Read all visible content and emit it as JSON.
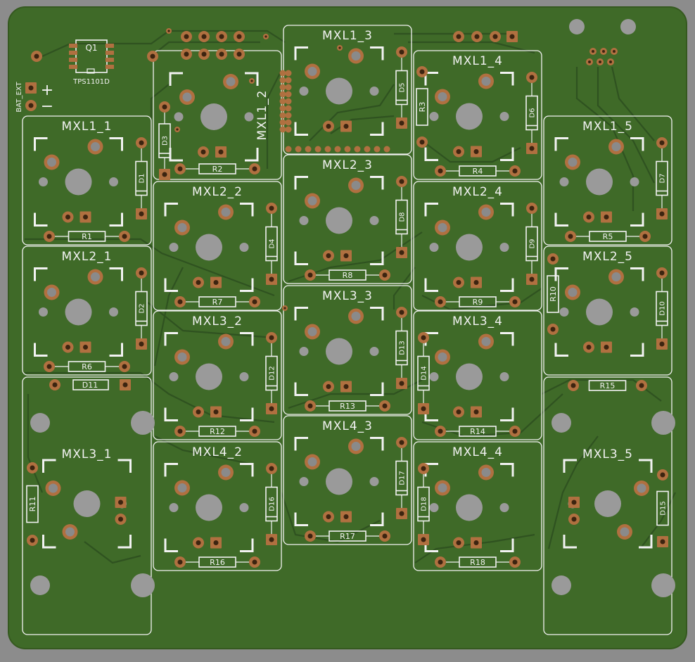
{
  "board": {
    "colors": {
      "background": "#8c8c8c",
      "board": "#3f6a28",
      "board_edge": "#35591f",
      "trace": "#2f5220",
      "silk": "#f2f2f2",
      "pad": "#b07040",
      "pad_hole": "#3c2410",
      "hole": "#9a9a9a"
    },
    "top_labels": {
      "q1": "Q1",
      "ic": "TPS1101D",
      "bat": "BAT_EXT",
      "plus": "+",
      "minus": "−"
    },
    "switches": [
      {
        "id": "MXL1_1",
        "diode": "D1",
        "resistor": "R1"
      },
      {
        "id": "MXL1_2",
        "diode": "D3",
        "resistor": "R2"
      },
      {
        "id": "MXL1_3",
        "diode": "D5",
        "resistor": ""
      },
      {
        "id": "MXL1_4",
        "diode": "D6",
        "resistor": "R4",
        "extra": "R3"
      },
      {
        "id": "MXL1_5",
        "diode": "D7",
        "resistor": "R5"
      },
      {
        "id": "MXL2_1",
        "diode": "D2",
        "resistor": "R6"
      },
      {
        "id": "MXL2_2",
        "diode": "D4",
        "resistor": "R7"
      },
      {
        "id": "MXL2_3",
        "diode": "D8",
        "resistor": "R8"
      },
      {
        "id": "MXL2_4",
        "diode": "D9",
        "resistor": "R9"
      },
      {
        "id": "MXL2_5",
        "diode": "D10",
        "resistor": "",
        "extra": "R10"
      },
      {
        "id": "MXL3_1",
        "diode": "D11",
        "resistor": "R11"
      },
      {
        "id": "MXL3_2",
        "diode": "D12",
        "resistor": "R12"
      },
      {
        "id": "MXL3_3",
        "diode": "D13",
        "resistor": "R13"
      },
      {
        "id": "MXL3_4",
        "diode": "D14",
        "resistor": "R14"
      },
      {
        "id": "MXL3_5",
        "diode": "D15",
        "resistor": "R15"
      },
      {
        "id": "MXL4_2",
        "diode": "D16",
        "resistor": "R16"
      },
      {
        "id": "MXL4_3",
        "diode": "D17",
        "resistor": "R17"
      },
      {
        "id": "MXL4_4",
        "diode": "D18",
        "resistor": "R18"
      }
    ]
  }
}
